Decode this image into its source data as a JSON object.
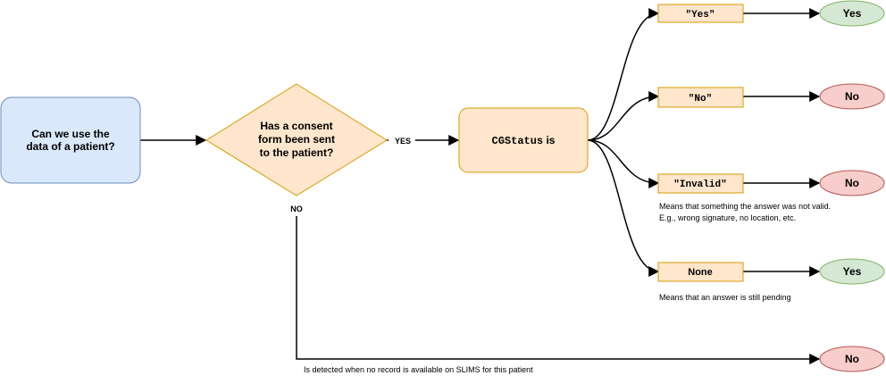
{
  "start": {
    "line1": "Can we use the",
    "line2": "data of a patient?"
  },
  "decision": {
    "line1": "Has a consent",
    "line2": "form been sent",
    "line3": "to the patient?",
    "yes_label": "YES",
    "no_label": "NO"
  },
  "status": {
    "field": "CGStatus",
    "suffix": " is"
  },
  "branches": [
    {
      "value": "\"Yes\"",
      "result": "Yes",
      "result_kind": "positive",
      "note_line1": "",
      "note_line2": ""
    },
    {
      "value": "\"No\"",
      "result": "No",
      "result_kind": "negative",
      "note_line1": "",
      "note_line2": ""
    },
    {
      "value": "\"Invalid\"",
      "result": "No",
      "result_kind": "negative",
      "note_line1": "Means that something the answer was not valid.",
      "note_line2": "E.g., wrong signature, no location, etc."
    },
    {
      "value": "None",
      "result": "Yes",
      "result_kind": "positive",
      "note_line1": "Means that an answer is still pending",
      "note_line2": ""
    }
  ],
  "no_record": {
    "result": "No",
    "note": "Is detected when no record is available on SLIMS for this patient"
  },
  "colors": {
    "start_fill": "#dae8fc",
    "start_stroke": "#6c8ebf",
    "decision_fill": "#ffe6cc",
    "decision_stroke": "#d79b00",
    "status_fill": "#ffe6cc",
    "status_stroke": "#d79b00",
    "value_fill": "#ffe6cc",
    "value_stroke": "#d79b00",
    "yes_fill": "#d5e8d4",
    "yes_stroke": "#82b366",
    "no_fill": "#f8cecc",
    "no_stroke": "#b85450"
  }
}
